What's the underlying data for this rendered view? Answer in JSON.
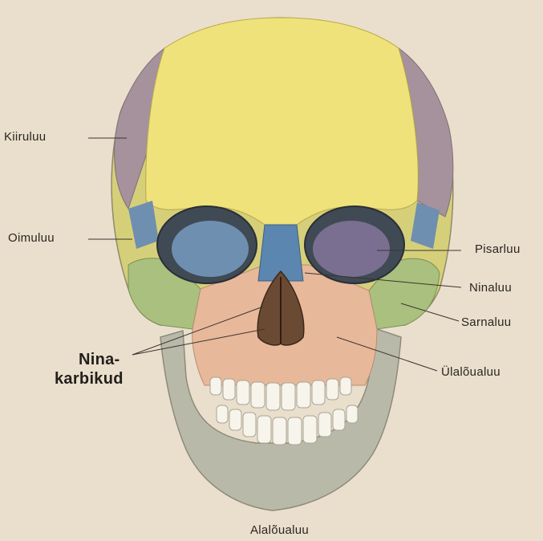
{
  "labels": {
    "kiiruluu": "Kiiruluu",
    "oimuluu": "Oimuluu",
    "nina_karbikud_line1": "Nina-",
    "nina_karbikud_line2": "karbikud",
    "pisarluu": "Pisarluu",
    "ninaluu": "Ninaluu",
    "sarnaluu": "Sarnaluu",
    "ulaloualuu": "Ülalõualuu",
    "alaloualuu": "Alalõualuu"
  },
  "colors": {
    "paper": "#eadfcc",
    "frontal": "#efe27a",
    "parietal": "#a5929c",
    "temporal": "#d6cf7a",
    "sphenoid": "#6f8fb0",
    "zygomatic": "#a9c07e",
    "maxilla": "#e8b89a",
    "nasal": "#5b86b0",
    "mandible": "#b9b9a9",
    "ethmoid_orbit": "#7a6f90",
    "teeth": "#f7f4ec",
    "nasal_conchae": "#6b4a33"
  }
}
